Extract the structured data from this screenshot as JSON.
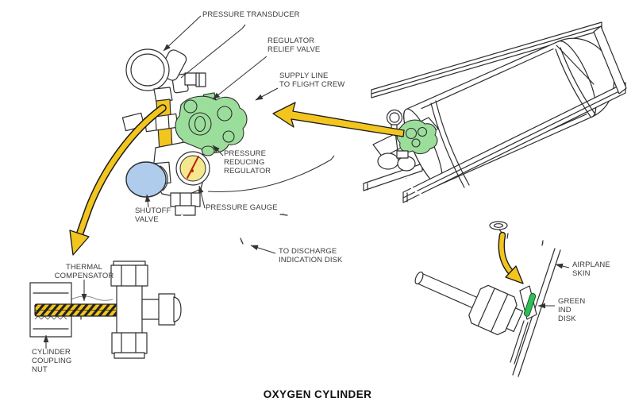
{
  "title": "OXYGEN CYLINDER",
  "callouts": {
    "pressure_transducer": "PRESSURE TRANSDUCER",
    "regulator_relief_valve": "REGULATOR\nRELIEF VALVE",
    "supply_line": "SUPPLY LINE\nTO FLIGHT CREW",
    "pressure_reducing_regulator": "PRESSURE\nREDUCING\nREGULATOR",
    "shutoff_valve": "SHUTOFF\nVALVE",
    "pressure_gauge": "PRESSURE GAUGE",
    "to_discharge_indication_disk": "TO DISCHARGE\nINDICATION DISK",
    "thermal_compensator": "THERMAL\nCOMPENSATOR",
    "cylinder_coupling_nut": "CYLINDER\nCOUPLING\nNUT",
    "airplane_skin": "AIRPLANE\nSKIN",
    "green_ind_disk": "GREEN\nIND\nDISK"
  },
  "colors": {
    "ink": "#2e2e2e",
    "highlight_yellow": "#F2C51F",
    "regulator_green": "#9BDE9B",
    "gauge_yellow": "#F4E78D",
    "valve_blue": "#AFCCEC",
    "indicator_green": "#2FBE55"
  }
}
